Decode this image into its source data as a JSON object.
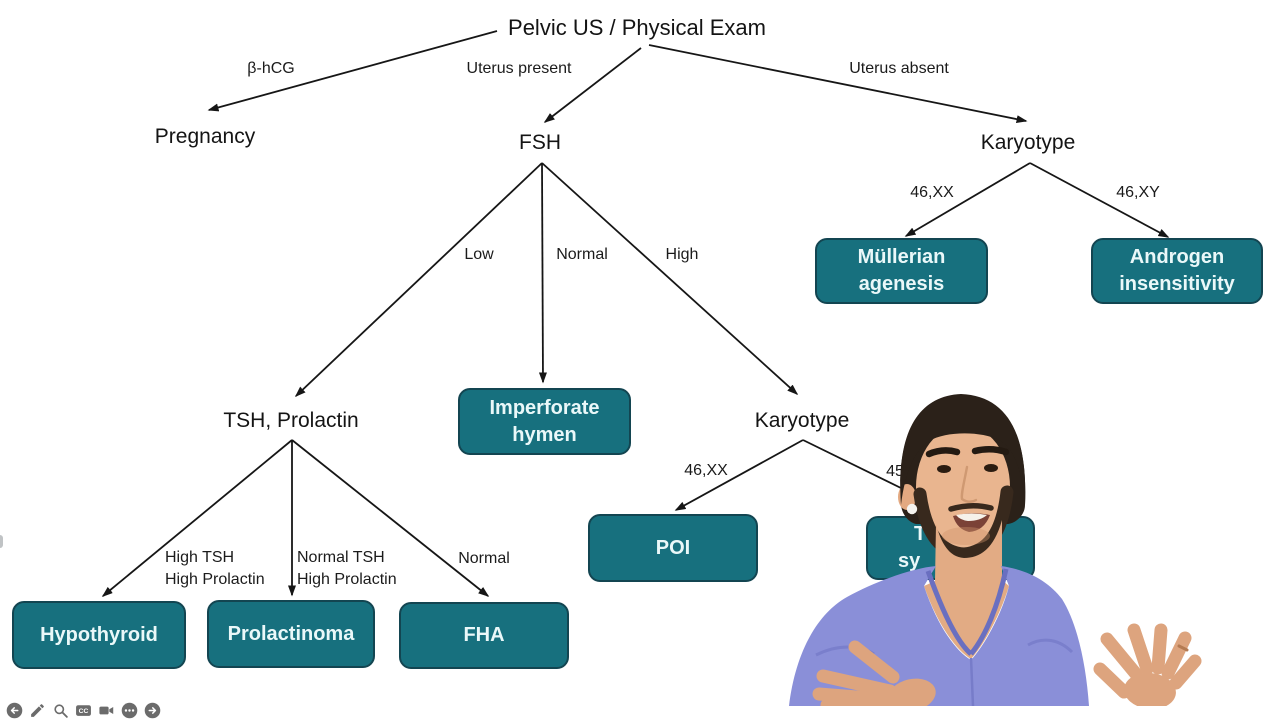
{
  "diagram": {
    "title": "Pelvic US / Physical Exam",
    "nodes": {
      "pregnancy": "Pregnancy",
      "fsh": "FSH",
      "karyotype_right": "Karyotype",
      "tsh_prolactin": "TSH, Prolactin",
      "karyotype_mid": "Karyotype"
    },
    "edge_labels": {
      "bhcg": "β-hCG",
      "uterus_present": "Uterus present",
      "uterus_absent": "Uterus absent",
      "xx_right": "46,XX",
      "xy_right": "46,XY",
      "low": "Low",
      "normal": "Normal",
      "high": "High",
      "xx_mid": "46,XX",
      "karyotype_mid_right_partial": "45",
      "high_tsh_1": "High TSH",
      "high_tsh_2": "High Prolactin",
      "normal_tsh_1": "Normal TSH",
      "normal_tsh_2": "High Prolactin",
      "normal_fha": "Normal"
    },
    "boxes": {
      "mullerian": {
        "line1": "Müllerian",
        "line2": "agenesis"
      },
      "androgen": {
        "line1": "Androgen",
        "line2": "insensitivity"
      },
      "imperforate": {
        "line1": "Imperforate",
        "line2": "hymen"
      },
      "poi": {
        "line1": "POI"
      },
      "turner_partial": {
        "line1": "T",
        "line2": "sy"
      },
      "hypothyroid": {
        "line1": "Hypothyroid"
      },
      "prolactinoma": {
        "line1": "Prolactinoma"
      },
      "fha": {
        "line1": "FHA"
      }
    },
    "structure": [
      {
        "from": "Pelvic US / Physical Exam",
        "label": "β-hCG",
        "to": "Pregnancy"
      },
      {
        "from": "Pelvic US / Physical Exam",
        "label": "Uterus present",
        "to": "FSH"
      },
      {
        "from": "Pelvic US / Physical Exam",
        "label": "Uterus absent",
        "to": "Karyotype"
      },
      {
        "from": "Karyotype (right)",
        "label": "46,XX",
        "to": "Müllerian agenesis"
      },
      {
        "from": "Karyotype (right)",
        "label": "46,XY",
        "to": "Androgen insensitivity"
      },
      {
        "from": "FSH",
        "label": "Low",
        "to": "TSH, Prolactin"
      },
      {
        "from": "FSH",
        "label": "Normal",
        "to": "Imperforate hymen"
      },
      {
        "from": "FSH",
        "label": "High",
        "to": "Karyotype"
      },
      {
        "from": "Karyotype (mid)",
        "label": "46,XX",
        "to": "POI"
      },
      {
        "from": "Karyotype (mid)",
        "label": "45 (partially hidden)",
        "to": "T / sy (box partially hidden by presenter)"
      },
      {
        "from": "TSH, Prolactin",
        "label": "High TSH / High Prolactin",
        "to": "Hypothyroid"
      },
      {
        "from": "TSH, Prolactin",
        "label": "Normal TSH / High Prolactin",
        "to": "Prolactinoma"
      },
      {
        "from": "TSH, Prolactin",
        "label": "Normal",
        "to": "FHA"
      }
    ]
  },
  "toolbar": {
    "cc_label": "CC",
    "icons": [
      "back",
      "pencil",
      "search",
      "closed-captions",
      "camera",
      "more",
      "forward"
    ]
  },
  "colors": {
    "box_fill": "#17707e",
    "box_border": "#134551",
    "box_text": "#eaf8f9",
    "line": "#161616",
    "label_text": "#141414",
    "toolbar_icon": "#6b6b6b",
    "presenter_scrubs": "#8a8fd8",
    "presenter_skin": "#e9b58f",
    "presenter_hair": "#2b2119",
    "background": "#ffffff"
  }
}
